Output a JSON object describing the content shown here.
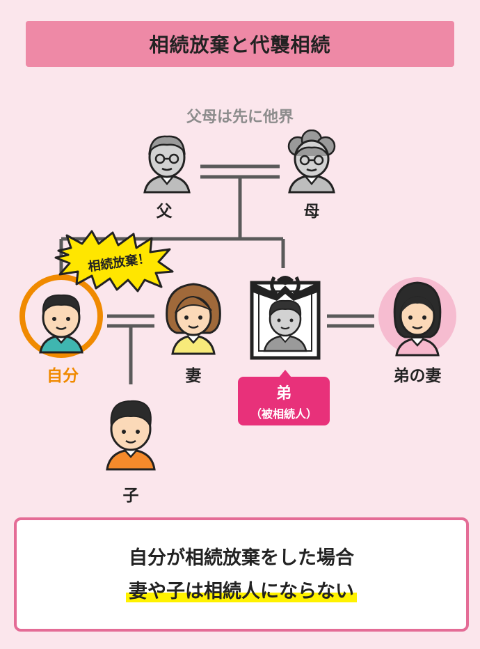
{
  "title": "相続放棄と代襲相続",
  "note": "父母は先に他界",
  "people": {
    "father": "父",
    "mother": "母",
    "self": "自分",
    "wife": "妻",
    "brother_wife": "弟の妻",
    "child": "子"
  },
  "burst": "相続放棄！",
  "badge": {
    "line1": "弟",
    "line2": "（被相続人）"
  },
  "result": {
    "line1": "自分が相続放棄をした場合",
    "line2": "妻や子は相続人にならない"
  },
  "colors": {
    "background": "#fbe6ec",
    "title_bar": "#ee89a6",
    "self_ring": "#f08a00",
    "badge": "#e8317a",
    "result_border": "#e46c96",
    "highlight": "#fff200",
    "burst": "#ffe600"
  }
}
